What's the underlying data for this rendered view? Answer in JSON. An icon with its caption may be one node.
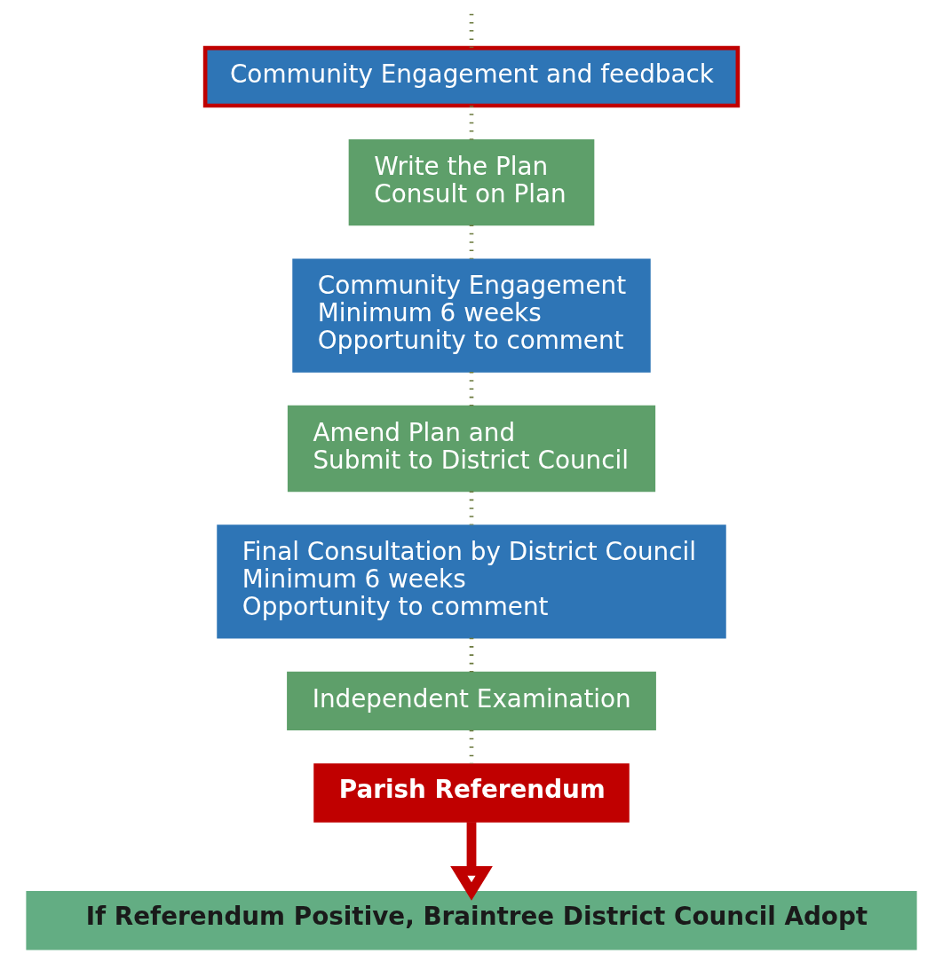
{
  "diagram": {
    "nodes": [
      {
        "text": [
          "Community Engagement and feedback"
        ]
      },
      {
        "text": [
          "Write the Plan",
          "Consult on Plan"
        ]
      },
      {
        "text": [
          "Community Engagement",
          "Minimum 6 weeks",
          "Opportunity to comment"
        ]
      },
      {
        "text": [
          "Amend Plan and",
          "Submit to District Council"
        ]
      },
      {
        "text": [
          "Final Consultation by District Council",
          "Minimum 6 weeks",
          "Opportunity to comment"
        ]
      },
      {
        "text": [
          "Independent Examination"
        ]
      },
      {
        "text": [
          "Parish Referendum"
        ]
      },
      {
        "text": [
          "If Referendum Positive, Braintree District Council Adopt"
        ]
      }
    ],
    "edges": [
      {
        "from": null,
        "to": 0,
        "arrow": "none",
        "style": "dashed"
      },
      {
        "from": 0,
        "to": 1,
        "arrow": "none",
        "style": "dashed"
      },
      {
        "from": 1,
        "to": 2,
        "arrow": "none",
        "style": "dashed"
      },
      {
        "from": 2,
        "to": 3,
        "arrow": "none",
        "style": "dashed"
      },
      {
        "from": 3,
        "to": 4,
        "arrow": "none",
        "style": "dashed"
      },
      {
        "from": 4,
        "to": 5,
        "arrow": "none",
        "style": "dashed"
      },
      {
        "from": 5,
        "to": 6,
        "arrow": "none",
        "style": "dashed"
      },
      {
        "from": 6,
        "to": 7,
        "arrow": "to",
        "style": "thick",
        "color": "#c00000"
      }
    ]
  }
}
